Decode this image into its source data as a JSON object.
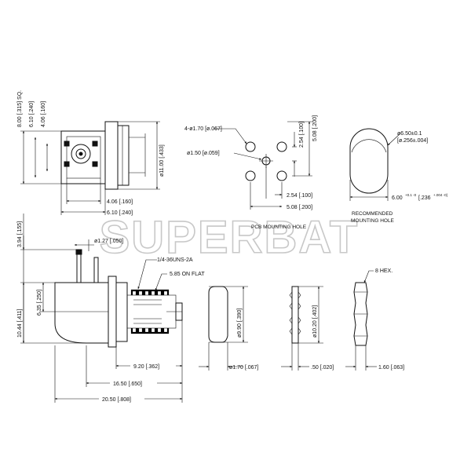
{
  "watermark": "SUPERBAT",
  "top_view": {
    "dim_sq": "8.00 [.315] SQ.",
    "dim_610": "6.10 [.240]",
    "dim_406": "4.06 [.160]",
    "dim_1100": "ø11.00 [.433]",
    "dim_406_h": "4.06 [.160]",
    "dim_610_h": "6.10 [.240]"
  },
  "pcb": {
    "holes4": "4-ø1.70 [ø.067]",
    "hole_center": "ø1.50 [ø.059]",
    "dim_254_v": "2.54 [.100]",
    "dim_508_v": "5.08 [.200]",
    "dim_254_h": "2.54 [.100]",
    "dim_508_h": "5.08 [.200]",
    "title": "PCB MOUNTING HOLE"
  },
  "mount_hole": {
    "dia": "ø6.50±0.1",
    "dia_in": "[ø.256±.004]",
    "flat": "6.00",
    "flat_tol": "+0.1 -0",
    "flat_in": "[.236",
    "flat_in_tol": "+.004 -0]",
    "title_1": "RECOMMENDED",
    "title_2": "MOUNTING HOLE"
  },
  "side_view": {
    "dim_394": "3.94 [.155]",
    "dim_127": "ø1.27 [.050]",
    "thread": "1/4-36UNS-2A",
    "flat": "5.85 ON FLAT",
    "dim_1044": "10.44 [.411]",
    "dim_635": "6.35 [.250]",
    "dim_920": "9.20 [.362]",
    "dim_1650": "16.50 [.650]",
    "dim_2050": "20.50 [.808]"
  },
  "washer": {
    "dim_990": "ø9.90 [.390]",
    "dim_170": "ø1.70 [.067]"
  },
  "lockwasher": {
    "dim_1020": "ø10.20 [.402]",
    "dim_050": ".50 [.020]"
  },
  "nut": {
    "hex": "8 HEX.",
    "dim_160": "1.60 [.063]"
  }
}
